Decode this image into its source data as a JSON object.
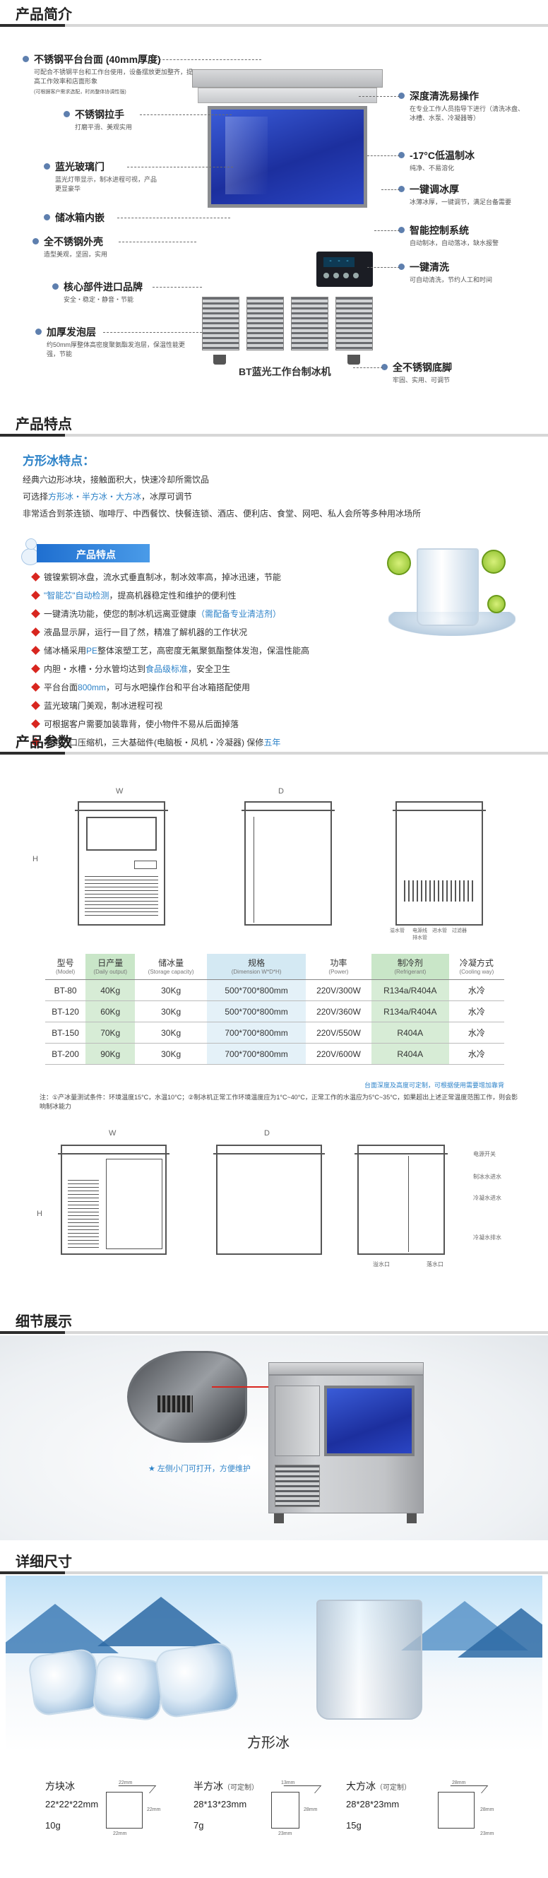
{
  "sections": {
    "intro": "产品简介",
    "features": "产品特点",
    "params": "产品参数",
    "details": "细节展示",
    "sizes": "详细尺寸"
  },
  "intro": {
    "machine_caption": "BT蓝光工作台制冰机",
    "panel_display": "- - -",
    "left_callouts": [
      {
        "title": "不锈钢平台台面 (40mm厚度)",
        "sub": "可配合不锈钢平台和工作台使用，设备摆放更加整齐，提高工作效率和店面形象",
        "tiny": "(可根据客户需求选配，时尚整体协调性强)"
      },
      {
        "title": "不锈钢拉手",
        "sub": "打磨平滑、美观实用"
      },
      {
        "title": "蓝光玻璃门",
        "sub": "蓝光灯带显示，制冰进程可视，产品更显豪华"
      },
      {
        "title": "储冰箱内嵌",
        "sub": ""
      },
      {
        "title": "全不锈钢外壳",
        "sub": "造型美观，坚固，实用"
      },
      {
        "title": "核心部件进口品牌",
        "sub": "安全・稳定・静音・节能"
      },
      {
        "title": "加厚发泡层",
        "sub": "约50mm厚整体高密度聚氨酯发泡层，保温性能更强，节能"
      }
    ],
    "right_callouts": [
      {
        "title": "深度清洗易操作",
        "sub": "在专业工作人员指导下进行（清洗冰盘、冰槽、水泵、冷凝器等）"
      },
      {
        "title": "-17°C低温制冰",
        "sub": "纯净、不易溶化"
      },
      {
        "title": "一键调冰厚",
        "sub": "冰薄冰厚，一键调节，满足台备需要"
      },
      {
        "title": "智能控制系统",
        "sub": "自动制冰，自动落冰，缺水报警"
      },
      {
        "title": "一键清洗",
        "sub": "可自动清洗，节约人工和时间"
      },
      {
        "title": "全不锈钢底脚",
        "sub": "牢固、实用、可调节"
      }
    ]
  },
  "features": {
    "cube_title": "方形冰特点：",
    "cube_lines": [
      {
        "pre": "经典六边形冰块，接触面积大，快速冷却所需饮品",
        "hl": "",
        "post": ""
      },
      {
        "pre": "可选择",
        "hl": "方形冰・半方冰・大方冰",
        "post": "，冰厚可调节"
      },
      {
        "pre": "非常适合到茶连锁、咖啡厅、中西餐饮、快餐连锁、酒店、便利店、食堂、网吧、私人会所等多种用冰场所",
        "hl": "",
        "post": ""
      }
    ],
    "banner": "产品特点",
    "items": [
      {
        "pre": "镀镍紫铜冰盘，流水式垂直制冰，制冰效率高，掉冰迅速，节能",
        "hl": "",
        "post": ""
      },
      {
        "pre": "",
        "hl": "\"智能芯\"自动检测",
        "post": "，提高机器稳定性和维护的便利性"
      },
      {
        "pre": "一键清洗功能，使您的制冰机远离亚健康",
        "hl": "（需配备专业清洁剂）",
        "post": ""
      },
      {
        "pre": "液晶显示屏，运行一目了然，精准了解机器的工作状况",
        "hl": "",
        "post": ""
      },
      {
        "pre": "储冰桶采用",
        "hl": "PE",
        "post": "整体滚塑工艺，高密度无氟聚氨酯整体发泡，保温性能高"
      },
      {
        "pre": "内胆・水槽・分水管均达到",
        "hl": "食品级标准",
        "post": "，安全卫生"
      },
      {
        "pre": "平台台面",
        "hl": "800mm",
        "post": "，可与水吧操作台和平台冰箱搭配使用"
      },
      {
        "pre": "蓝光玻璃门美观，制冰进程可视",
        "hl": "",
        "post": ""
      },
      {
        "pre": "可根据客户需要加装靠背，使小物件不易从后面掉落",
        "hl": "",
        "post": ""
      },
      {
        "pre": "采用进口压缩机，三大基础件(电脑板・风机・冷凝器) 保修",
        "hl": "五年",
        "post": ""
      }
    ]
  },
  "params": {
    "dims": {
      "w": "W",
      "d": "D",
      "h": "H"
    },
    "labels_top_back": [
      "溢水管",
      "电源线",
      "进水管",
      "排水管",
      "过滤器"
    ],
    "labels_bottom_back": [
      "电源开关",
      "制冰水进水",
      "冷凝水进水",
      "冷凝水排水",
      "溢水口",
      "落水口"
    ],
    "headers": [
      {
        "cn": "型号",
        "en": "(Model)"
      },
      {
        "cn": "日产量",
        "en": "(Daily output)"
      },
      {
        "cn": "储冰量",
        "en": "(Storage capacity)"
      },
      {
        "cn": "规格",
        "en": "(Dimension W*D*H)"
      },
      {
        "cn": "功率",
        "en": "(Power)"
      },
      {
        "cn": "制冷剂",
        "en": "(Refrigerant)"
      },
      {
        "cn": "冷凝方式",
        "en": "(Cooling way)"
      }
    ],
    "rows": [
      [
        "BT-80",
        "40Kg",
        "30Kg",
        "500*700*800mm",
        "220V/300W",
        "R134a/R404A",
        "水冷"
      ],
      [
        "BT-120",
        "60Kg",
        "30Kg",
        "500*700*800mm",
        "220V/360W",
        "R134a/R404A",
        "水冷"
      ],
      [
        "BT-150",
        "70Kg",
        "30Kg",
        "700*700*800mm",
        "220V/550W",
        "R404A",
        "水冷"
      ],
      [
        "BT-200",
        "90Kg",
        "30Kg",
        "700*700*800mm",
        "220V/600W",
        "R404A",
        "水冷"
      ]
    ],
    "note_right": "台面深度及高度可定制，可根据使用需要增加靠背",
    "note_left": "注：①产冰量测试条件：环境温度15°C，水温10°C；②制冰机正常工作环境温度应为1°C~40°C，正常工作的水温应为5°C~35°C，如果超出上述正常温度范围工作，则会影响制冰能力"
  },
  "details": {
    "note": "★ 左侧小门可打开，方便维护"
  },
  "sizes": {
    "banner_label": "方形冰",
    "items": [
      {
        "name": "方块冰",
        "opt": "",
        "dim": "22*22*22mm",
        "weight": "10g",
        "d1": "22mm",
        "d2": "22mm",
        "d3": "22mm"
      },
      {
        "name": "半方冰",
        "opt": "（可定制）",
        "dim": "28*13*23mm",
        "weight": "7g",
        "d1": "13mm",
        "d2": "28mm",
        "d3": "23mm"
      },
      {
        "name": "大方冰",
        "opt": "（可定制）",
        "dim": "28*28*23mm",
        "weight": "15g",
        "d1": "28mm",
        "d2": "28mm",
        "d3": "23mm"
      }
    ]
  },
  "colors": {
    "accent_blue": "#2c82c8",
    "bullet_red": "#d8261f",
    "table_green": "#d7ecd6",
    "table_blue": "#e4f1f8"
  }
}
